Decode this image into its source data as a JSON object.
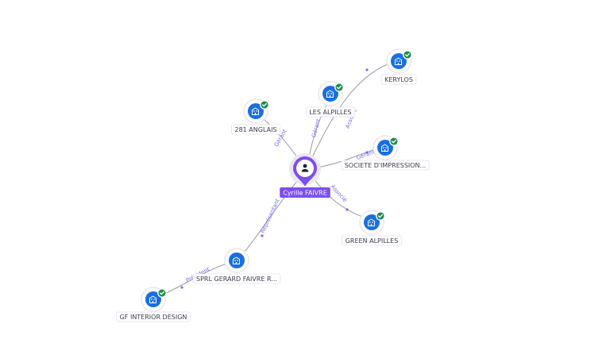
{
  "center": {
    "name": "Cyrille FAIVRE",
    "icon": "person-icon",
    "color": "#7c4ef0"
  },
  "nodes": [
    {
      "id": "kerylos",
      "label": "KERYLOS",
      "icon": "building-icon",
      "verified": true
    },
    {
      "id": "les-alpilles",
      "label": "LES ALPILLES",
      "icon": "building-icon",
      "verified": true
    },
    {
      "id": "281-anglais",
      "label": "281 ANGLAIS",
      "icon": "building-icon",
      "verified": true
    },
    {
      "id": "societe-impression",
      "label": "SOCIETE D'IMPRESSION...",
      "icon": "building-icon",
      "verified": true
    },
    {
      "id": "green-alpilles",
      "label": "GREEN ALPILLES",
      "icon": "building-icon",
      "verified": true
    },
    {
      "id": "sprl-gerard",
      "label": "SPRL GERARD FAIVRE R...",
      "icon": "building-icon",
      "verified": false
    },
    {
      "id": "gf-interior",
      "label": "GF INTERIOR DESIGN",
      "icon": "building-icon",
      "verified": true
    }
  ],
  "edges": [
    {
      "from": "center",
      "to": "kerylos",
      "label": "Associé"
    },
    {
      "from": "center",
      "to": "les-alpilles",
      "label": "Gérant"
    },
    {
      "from": "center",
      "to": "281-anglais",
      "label": "Gérant"
    },
    {
      "from": "center",
      "to": "societe-impression",
      "label": "Gérant"
    },
    {
      "from": "center",
      "to": "green-alpilles",
      "label": "Associé"
    },
    {
      "from": "center",
      "to": "sprl-gerard",
      "label": "Représentant"
    },
    {
      "from": "sprl-gerard",
      "to": "gf-interior",
      "label": "Président"
    }
  ],
  "colors": {
    "node": "#1a6fe0",
    "verified": "#1f8a4c",
    "edge_label": "#7b6cf0"
  }
}
